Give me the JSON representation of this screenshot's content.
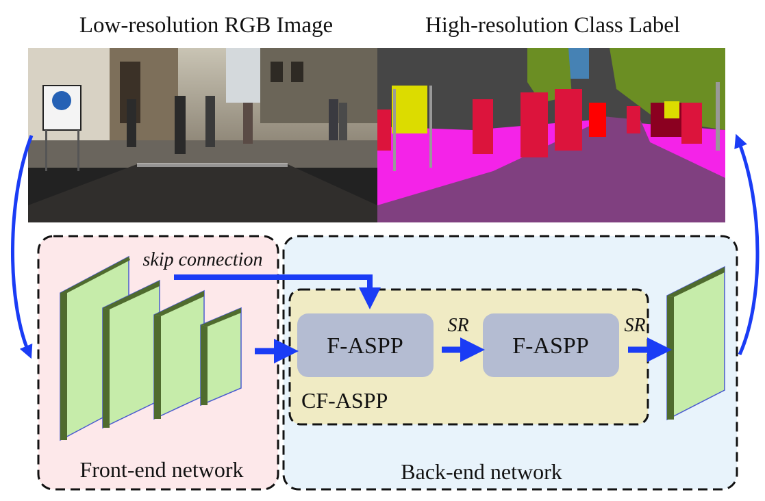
{
  "images": {
    "left_title": "Low-resolution RGB Image",
    "right_title": "High-resolution Class Label"
  },
  "front_end": {
    "label": "Front-end network"
  },
  "back_end": {
    "label": "Back-end network"
  },
  "skip": {
    "label": "skip connection"
  },
  "cf_aspp": {
    "label": "CF-ASPP",
    "block1": "F-ASPP",
    "block2": "F-ASPP",
    "sr1": "SR",
    "sr2": "SR"
  },
  "colors": {
    "front_bg": "#fde8ea",
    "back_bg": "#e8f3fb",
    "cf_bg": "#f0ebc4",
    "fasp_bg": "#b4bcd2",
    "layer_face": "#c6ecaa",
    "layer_edge": "#4f6b2e",
    "arrow": "#1a3cf5"
  }
}
